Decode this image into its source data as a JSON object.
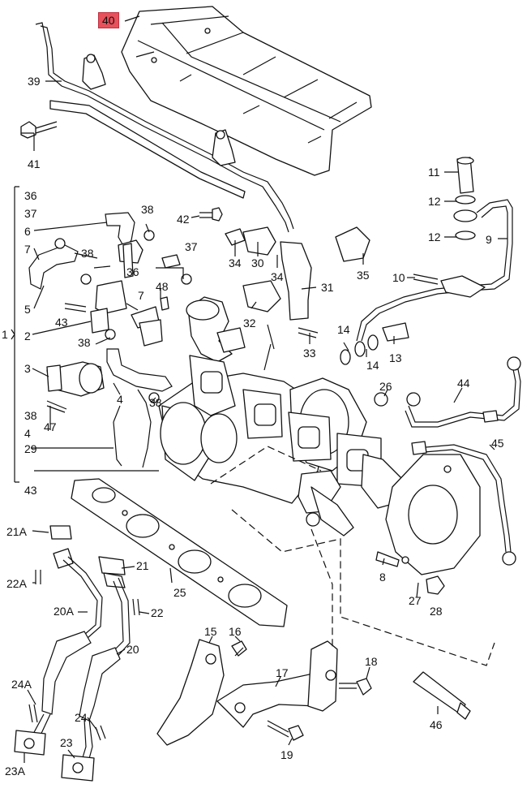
{
  "highlight_color": "#e8505b",
  "highlighted_part": "40",
  "brace_label": "1",
  "labels": {
    "l40": "40",
    "l39": "39",
    "l41": "41",
    "l36a": "36",
    "l37a": "37",
    "l6": "6",
    "l7a": "7",
    "l5": "5",
    "l43a": "43",
    "l2": "2",
    "l3": "3",
    "l38a": "38",
    "l4a": "4",
    "l29": "29",
    "l43b": "43",
    "l38b": "38",
    "l38c": "38",
    "l36b": "36",
    "l37b": "37",
    "l42": "42",
    "l7b": "7",
    "l48": "48",
    "l38d": "38",
    "l4b": "4",
    "l38e": "38",
    "l47": "47",
    "l34a": "34",
    "l30": "30",
    "l34b": "34",
    "l31": "31",
    "l35": "35",
    "l32": "32",
    "l33": "33",
    "l11": "11",
    "l12a": "12",
    "l12b": "12",
    "l9": "9",
    "l10": "10",
    "l14a": "14",
    "l14b": "14",
    "l13": "13",
    "l26": "26",
    "l44": "44",
    "l45": "45",
    "l21A": "21A",
    "l22A": "22A",
    "l21": "21",
    "l22": "22",
    "l25": "25",
    "l20A": "20A",
    "l20": "20",
    "l24A": "24A",
    "l23A": "23A",
    "l24": "24",
    "l23": "23",
    "l8": "8",
    "l27": "27",
    "l28": "28",
    "l15": "15",
    "l16": "16",
    "l17": "17",
    "l18": "18",
    "l19": "19",
    "l46": "46",
    "l1": "1"
  }
}
